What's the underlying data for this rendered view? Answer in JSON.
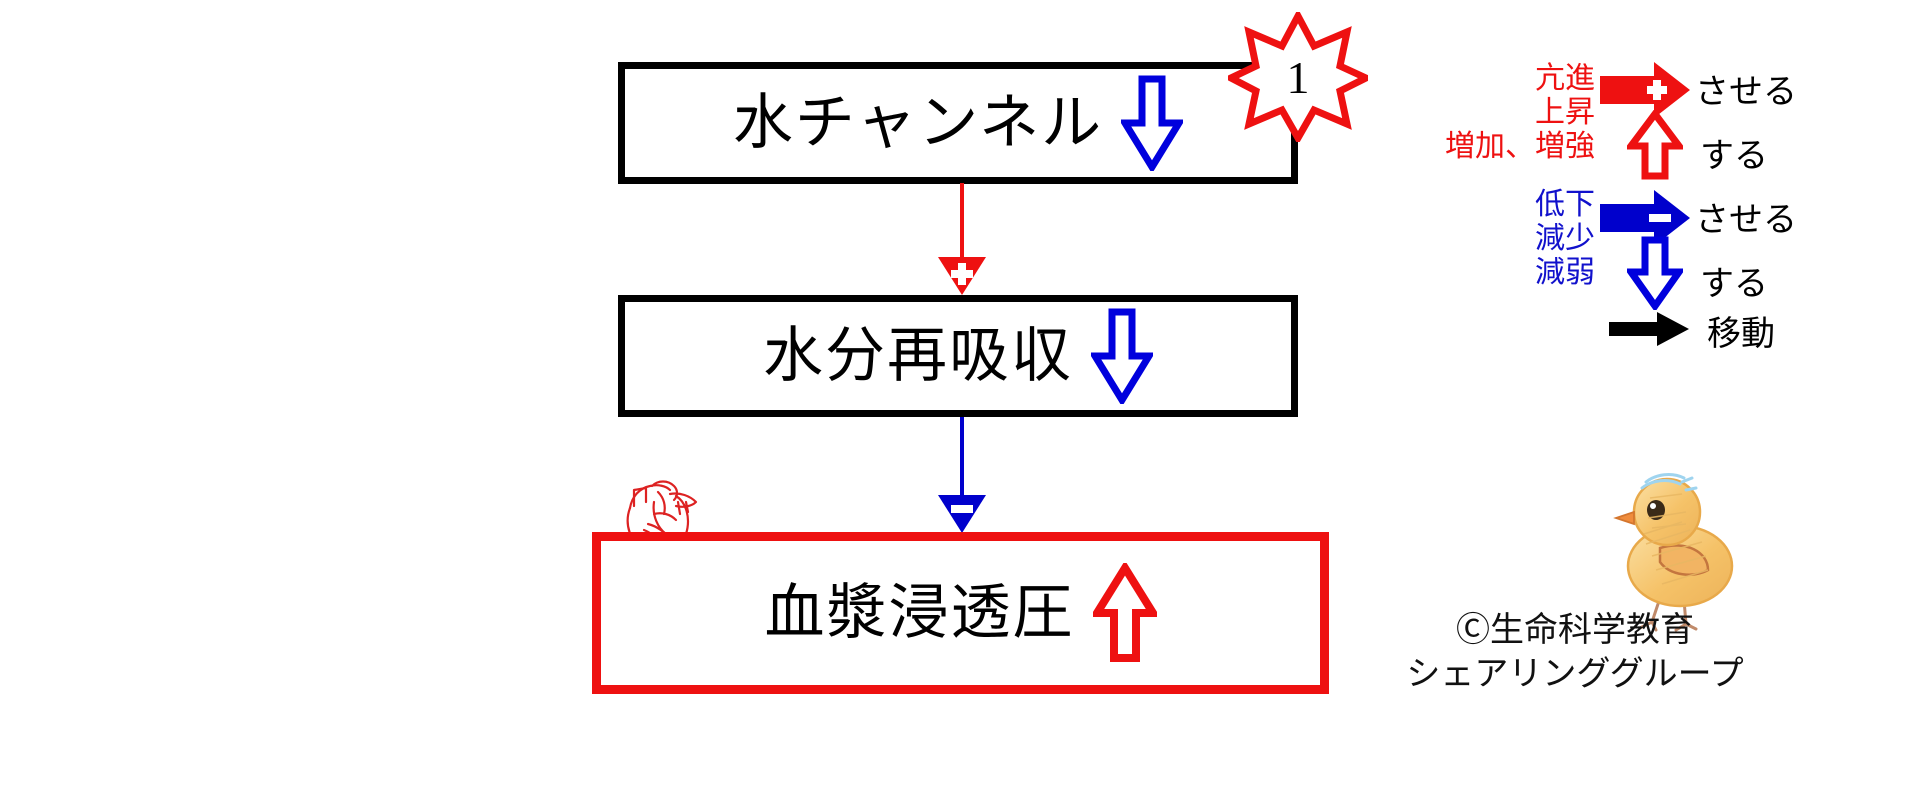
{
  "diagram": {
    "title_boxes": [
      {
        "id": "water-channel",
        "label": "水チャンネル",
        "arrow": "down-arrow-blue-outline",
        "border_color": "#000000"
      },
      {
        "id": "water-reabsorption",
        "label": "水分再吸収",
        "arrow": "down-arrow-blue-outline",
        "border_color": "#000000"
      },
      {
        "id": "plasma-osmotic-pressure",
        "label": "血漿浸透圧",
        "arrow": "up-arrow-red-outline",
        "border_color": "#ee1111"
      }
    ],
    "badge": {
      "number": "1",
      "shape": "starburst",
      "color": "#ee1111"
    },
    "connectors": [
      {
        "from": "water-channel",
        "to": "water-reabsorption",
        "sign": "+",
        "color": "#ee1111"
      },
      {
        "from": "water-reabsorption",
        "to": "plasma-osmotic-pressure",
        "sign": "−",
        "color": "#0000cc"
      }
    ],
    "icons": [
      {
        "name": "heart-icon",
        "color": "#ee1111"
      },
      {
        "name": "chick-mascot-icon",
        "color": "#f0b95a"
      }
    ]
  },
  "legend": {
    "rows": [
      {
        "terms": [
          "亢進",
          "上昇",
          "増加、増強"
        ],
        "terms_color": "#ee1111",
        "symbols": [
          "right-arrow-red-solid-plus",
          "up-arrow-red-outline"
        ],
        "labels": [
          "させる",
          "する"
        ]
      },
      {
        "terms": [
          "低下",
          "減少",
          "減弱"
        ],
        "terms_color": "#1111cc",
        "symbols": [
          "right-arrow-blue-solid-minus",
          "down-arrow-blue-outline"
        ],
        "labels": [
          "させる",
          "する"
        ]
      },
      {
        "terms": [],
        "terms_color": "#000000",
        "symbols": [
          "right-arrow-black-solid"
        ],
        "labels": [
          "移動"
        ]
      }
    ],
    "terms_red": {
      "line1": "亢進",
      "line2": "上昇",
      "line3": "増加、増強"
    },
    "terms_blue": {
      "line1": "低下",
      "line2": "減少",
      "line3": "減弱"
    },
    "label_saseru_red": "させる",
    "label_suru_red": "する",
    "label_saseru_blue": "させる",
    "label_suru_blue": "する",
    "label_move": "移動"
  },
  "credit": {
    "line1": "Ⓒ生命科学教育",
    "line2": "シェアリンググループ"
  },
  "colors": {
    "red": "#ee1111",
    "blue": "#0000cc",
    "blue_text": "#1111cc",
    "black": "#000000",
    "background": "#ffffff"
  }
}
